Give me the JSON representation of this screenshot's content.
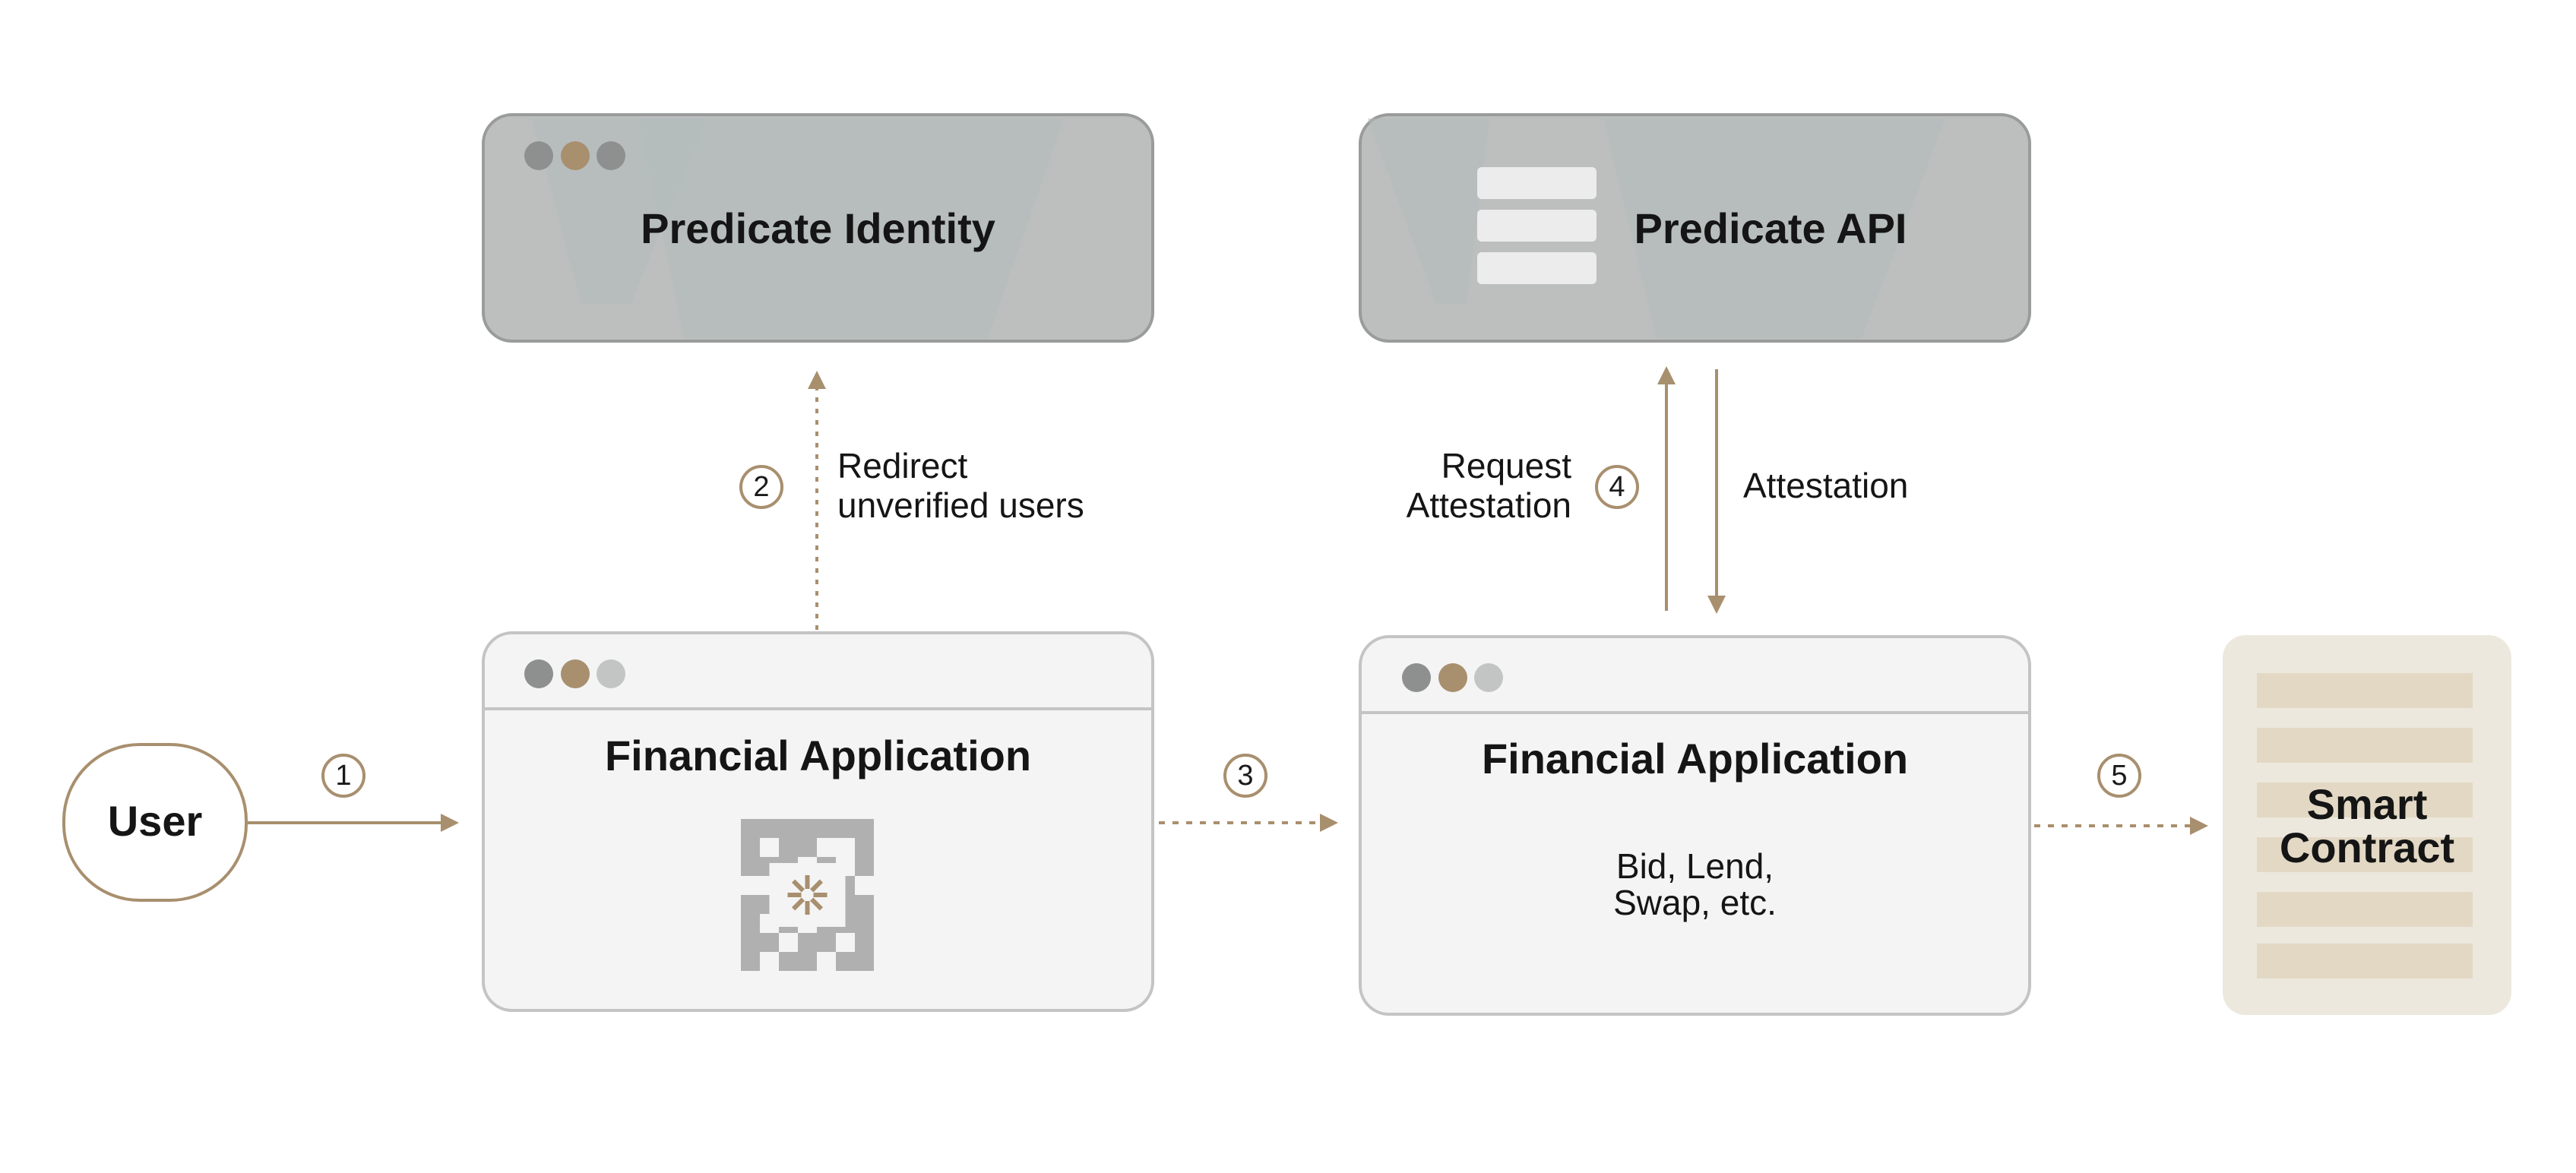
{
  "colors": {
    "accent": "#a88f6e",
    "top_box_fill": "#bdbebe",
    "app_box_fill": "#f4f4f4",
    "contract_fill": "#ede8de",
    "contract_bar": "#e2d8c4",
    "qr_gray": "#b0b0b0"
  },
  "nodes": {
    "user": "User",
    "predicate_identity": "Predicate Identity",
    "predicate_api": "Predicate API",
    "financial_app_left": "Financial Application",
    "financial_app_right": "Financial Application",
    "financial_app_right_body_line1": "Bid, Lend,",
    "financial_app_right_body_line2": "Swap, etc.",
    "smart_contract_line1": "Smart",
    "smart_contract_line2": "Contract"
  },
  "edges": {
    "redirect_line1": "Redirect",
    "redirect_line2": "unverified users",
    "request_line1": "Request",
    "request_line2": "Attestation",
    "attestation": "Attestation"
  },
  "steps": [
    "1",
    "2",
    "3",
    "4",
    "5"
  ],
  "icons": [
    "window-dots-icon",
    "server-stack-icon",
    "qr-code-icon",
    "arrow-icon"
  ]
}
